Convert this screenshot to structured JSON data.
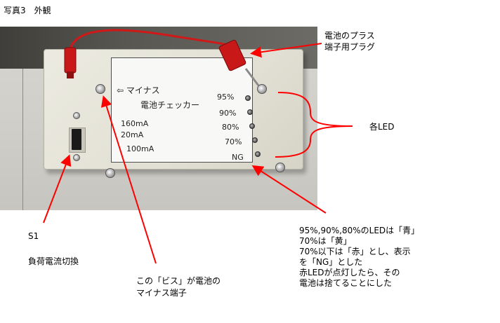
{
  "header": {
    "title": "写真3　外観"
  },
  "device": {
    "arrow_label": "⇦ マイナス",
    "name": "電池チェッカー",
    "currents": [
      "160mA",
      "20mA",
      "100mA"
    ],
    "levels": [
      "95%",
      "90%",
      "80%",
      "70%",
      "NG"
    ]
  },
  "callouts": {
    "plug": [
      "電池のプラス",
      "端子用プラグ"
    ],
    "leds": "各LED",
    "switch_id": "S1",
    "switch_desc": "負荷電流切換",
    "screw": [
      "この「ビス」が電池の",
      "マイナス端子"
    ],
    "notes": [
      "95%,90%,80%のLEDは「青」",
      "70%は「黄」",
      "70%以下は「赤」とし、表示",
      "を「NG」とした",
      "赤LEDが点灯したら、その",
      "電池は捨てることにした"
    ]
  },
  "colors": {
    "arrow": "#ff0000",
    "wire": "#d01818",
    "plug": "#c81818"
  }
}
